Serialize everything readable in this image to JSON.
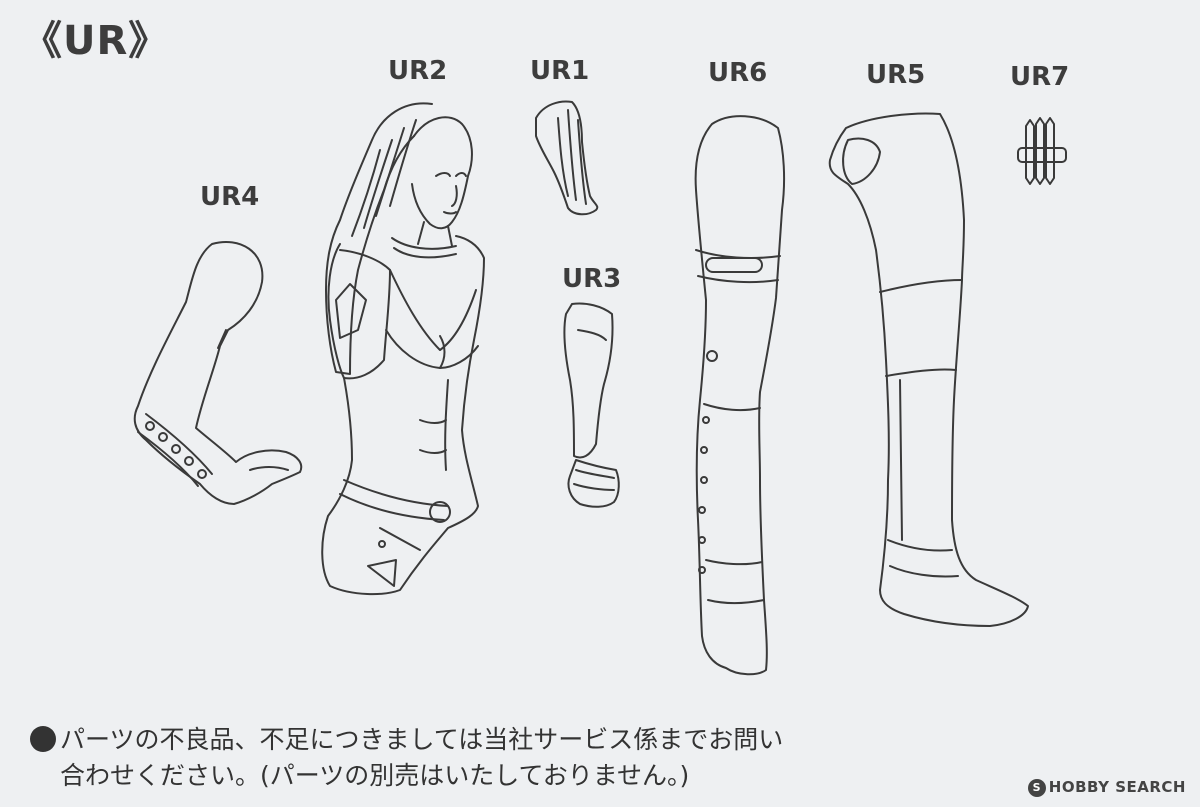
{
  "title": "《UR》",
  "parts": {
    "ur1": "UR1",
    "ur2": "UR2",
    "ur3": "UR3",
    "ur4": "UR4",
    "ur5": "UR5",
    "ur6": "UR6",
    "ur7": "UR7"
  },
  "notice": {
    "line1": "パーツの不良品、不足につきましては当社サービス係までお問い",
    "line2": "合わせください。(パーツの別売はいたしておりません。)"
  },
  "watermark": {
    "logo": "S",
    "text": "HOBBY SEARCH"
  }
}
